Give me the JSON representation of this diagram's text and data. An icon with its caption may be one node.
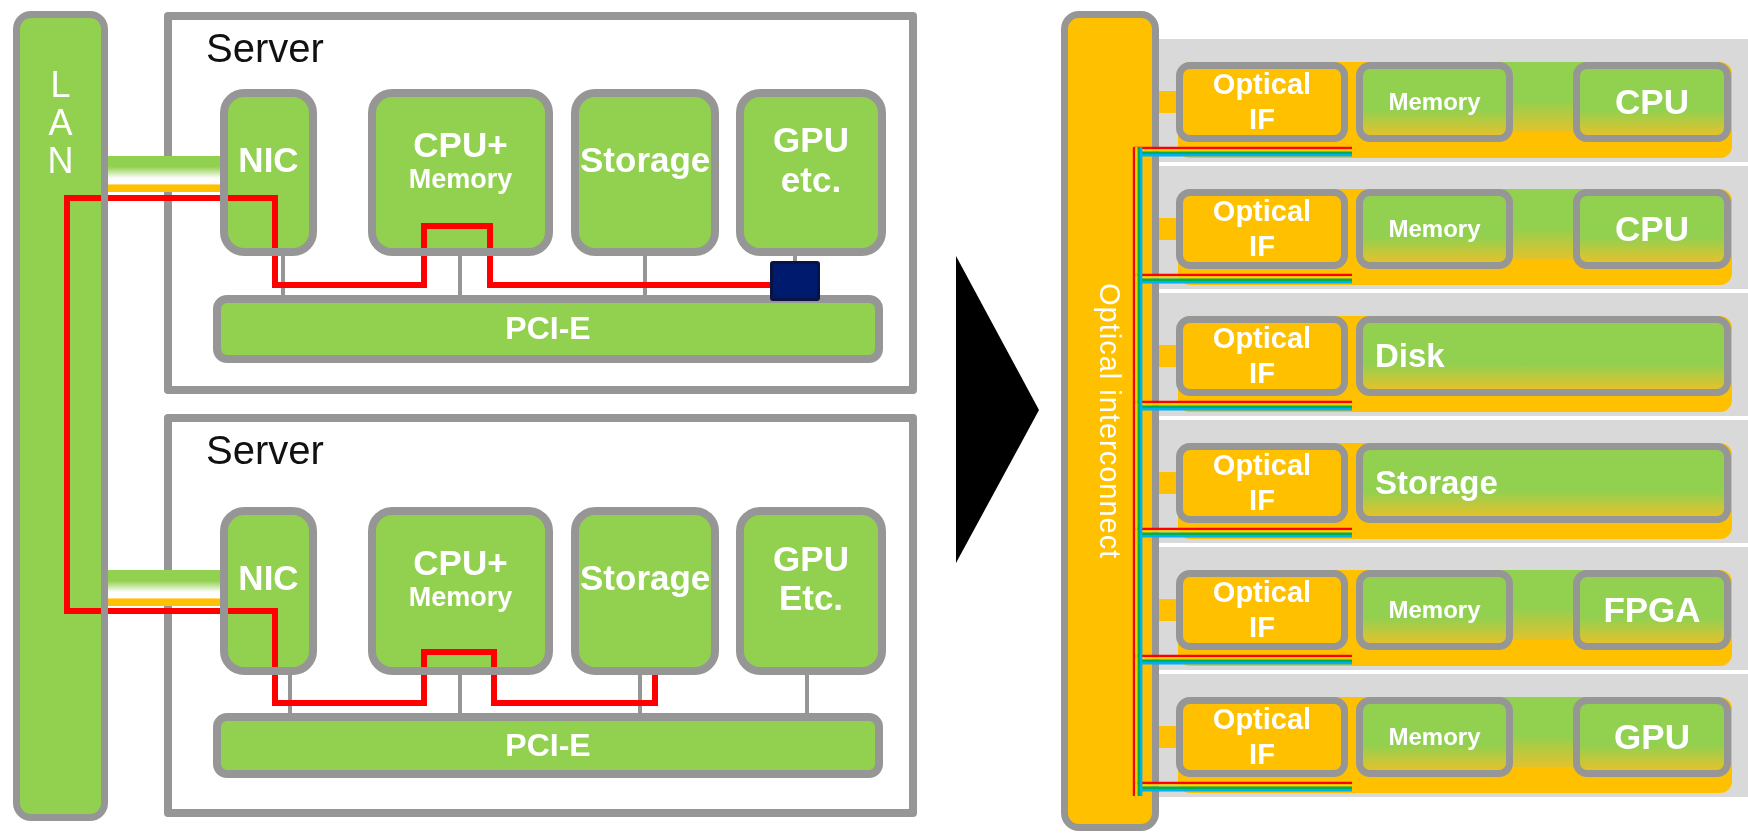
{
  "diagram": {
    "nodes": [
      {
        "text": [
          "LAN"
        ]
      },
      {
        "text": [
          "Server"
        ]
      },
      {
        "text": [
          "NIC"
        ],
        "in": 1
      },
      {
        "text": [
          "CPU+",
          "Memory"
        ],
        "in": 1
      },
      {
        "text": [
          "Storage"
        ],
        "in": 1
      },
      {
        "text": [
          "GPU etc."
        ],
        "in": 1
      },
      {
        "text": [
          "PCI-E"
        ],
        "in": 1
      },
      {
        "text": [],
        "shape": "box",
        "in": 1
      },
      {
        "text": [
          "Server"
        ]
      },
      {
        "text": [
          "NIC"
        ],
        "in": 8
      },
      {
        "text": [
          "CPU+",
          "Memory"
        ],
        "in": 8
      },
      {
        "text": [
          "Storage"
        ],
        "in": 8
      },
      {
        "text": [
          "GPU Etc."
        ],
        "in": 8
      },
      {
        "text": [
          "PCI-E"
        ],
        "in": 8
      },
      {
        "text": [
          "Optical interconnect"
        ]
      },
      {
        "text": [],
        "shape": "band"
      },
      {
        "text": [
          "Optical IF"
        ],
        "in": 15
      },
      {
        "text": [
          "Memory"
        ],
        "in": 15
      },
      {
        "text": [
          "CPU"
        ],
        "in": 15
      },
      {
        "text": [],
        "shape": "band"
      },
      {
        "text": [
          "Optical IF"
        ],
        "in": 19
      },
      {
        "text": [
          "Memory"
        ],
        "in": 19
      },
      {
        "text": [
          "CPU"
        ],
        "in": 19
      },
      {
        "text": [],
        "shape": "band"
      },
      {
        "text": [
          "Optical IF"
        ],
        "in": 23
      },
      {
        "text": [
          "Disk"
        ],
        "in": 23
      },
      {
        "text": [],
        "shape": "band"
      },
      {
        "text": [
          "Optical IF"
        ],
        "in": 26
      },
      {
        "text": [
          "Storage"
        ],
        "in": 26
      },
      {
        "text": [],
        "shape": "band"
      },
      {
        "text": [
          "Optical IF"
        ],
        "in": 29
      },
      {
        "text": [
          "Memory"
        ],
        "in": 29
      },
      {
        "text": [
          "FPGA"
        ],
        "in": 29
      },
      {
        "text": [],
        "shape": "band"
      },
      {
        "text": [
          "Optical IF"
        ],
        "in": 33
      },
      {
        "text": [
          "Memory"
        ],
        "in": 33
      },
      {
        "text": [
          "GPU"
        ],
        "in": 33
      }
    ],
    "edges": [
      {
        "from": 0,
        "to": 2,
        "arrow": "none",
        "style": "thick"
      },
      {
        "from": 0,
        "to": 9,
        "arrow": "none",
        "style": "thick"
      },
      {
        "from": 2,
        "to": 6,
        "arrow": "none"
      },
      {
        "from": 3,
        "to": 6,
        "arrow": "none"
      },
      {
        "from": 4,
        "to": 6,
        "arrow": "none"
      },
      {
        "from": 5,
        "to": 7,
        "arrow": "none"
      },
      {
        "from": 9,
        "to": 13,
        "arrow": "none"
      },
      {
        "from": 10,
        "to": 13,
        "arrow": "none"
      },
      {
        "from": 11,
        "to": 13,
        "arrow": "none"
      },
      {
        "from": 12,
        "to": 13,
        "arrow": "none"
      },
      {
        "from": 7,
        "to": 3,
        "arrow": "none",
        "color": "#ff0000"
      },
      {
        "from": 3,
        "to": 2,
        "arrow": "none",
        "color": "#ff0000"
      },
      {
        "from": 2,
        "to": 0,
        "arrow": "none",
        "color": "#ff0000"
      },
      {
        "from": 0,
        "to": 9,
        "arrow": "none",
        "color": "#ff0000"
      },
      {
        "from": 9,
        "to": 10,
        "arrow": "none",
        "color": "#ff0000"
      },
      {
        "from": 10,
        "to": 11,
        "arrow": "none",
        "color": "#ff0000"
      },
      {
        "from": 14,
        "to": 16,
        "arrow": "none",
        "style": "thick",
        "color": "#ffc000"
      },
      {
        "from": 14,
        "to": 20,
        "arrow": "none",
        "style": "thick",
        "color": "#ffc000"
      },
      {
        "from": 14,
        "to": 24,
        "arrow": "none",
        "style": "thick",
        "color": "#ffc000"
      },
      {
        "from": 14,
        "to": 27,
        "arrow": "none",
        "style": "thick",
        "color": "#ffc000"
      },
      {
        "from": 14,
        "to": 30,
        "arrow": "none",
        "style": "thick",
        "color": "#ffc000"
      },
      {
        "from": 14,
        "to": 34,
        "arrow": "none",
        "style": "thick",
        "color": "#ffc000"
      }
    ]
  }
}
